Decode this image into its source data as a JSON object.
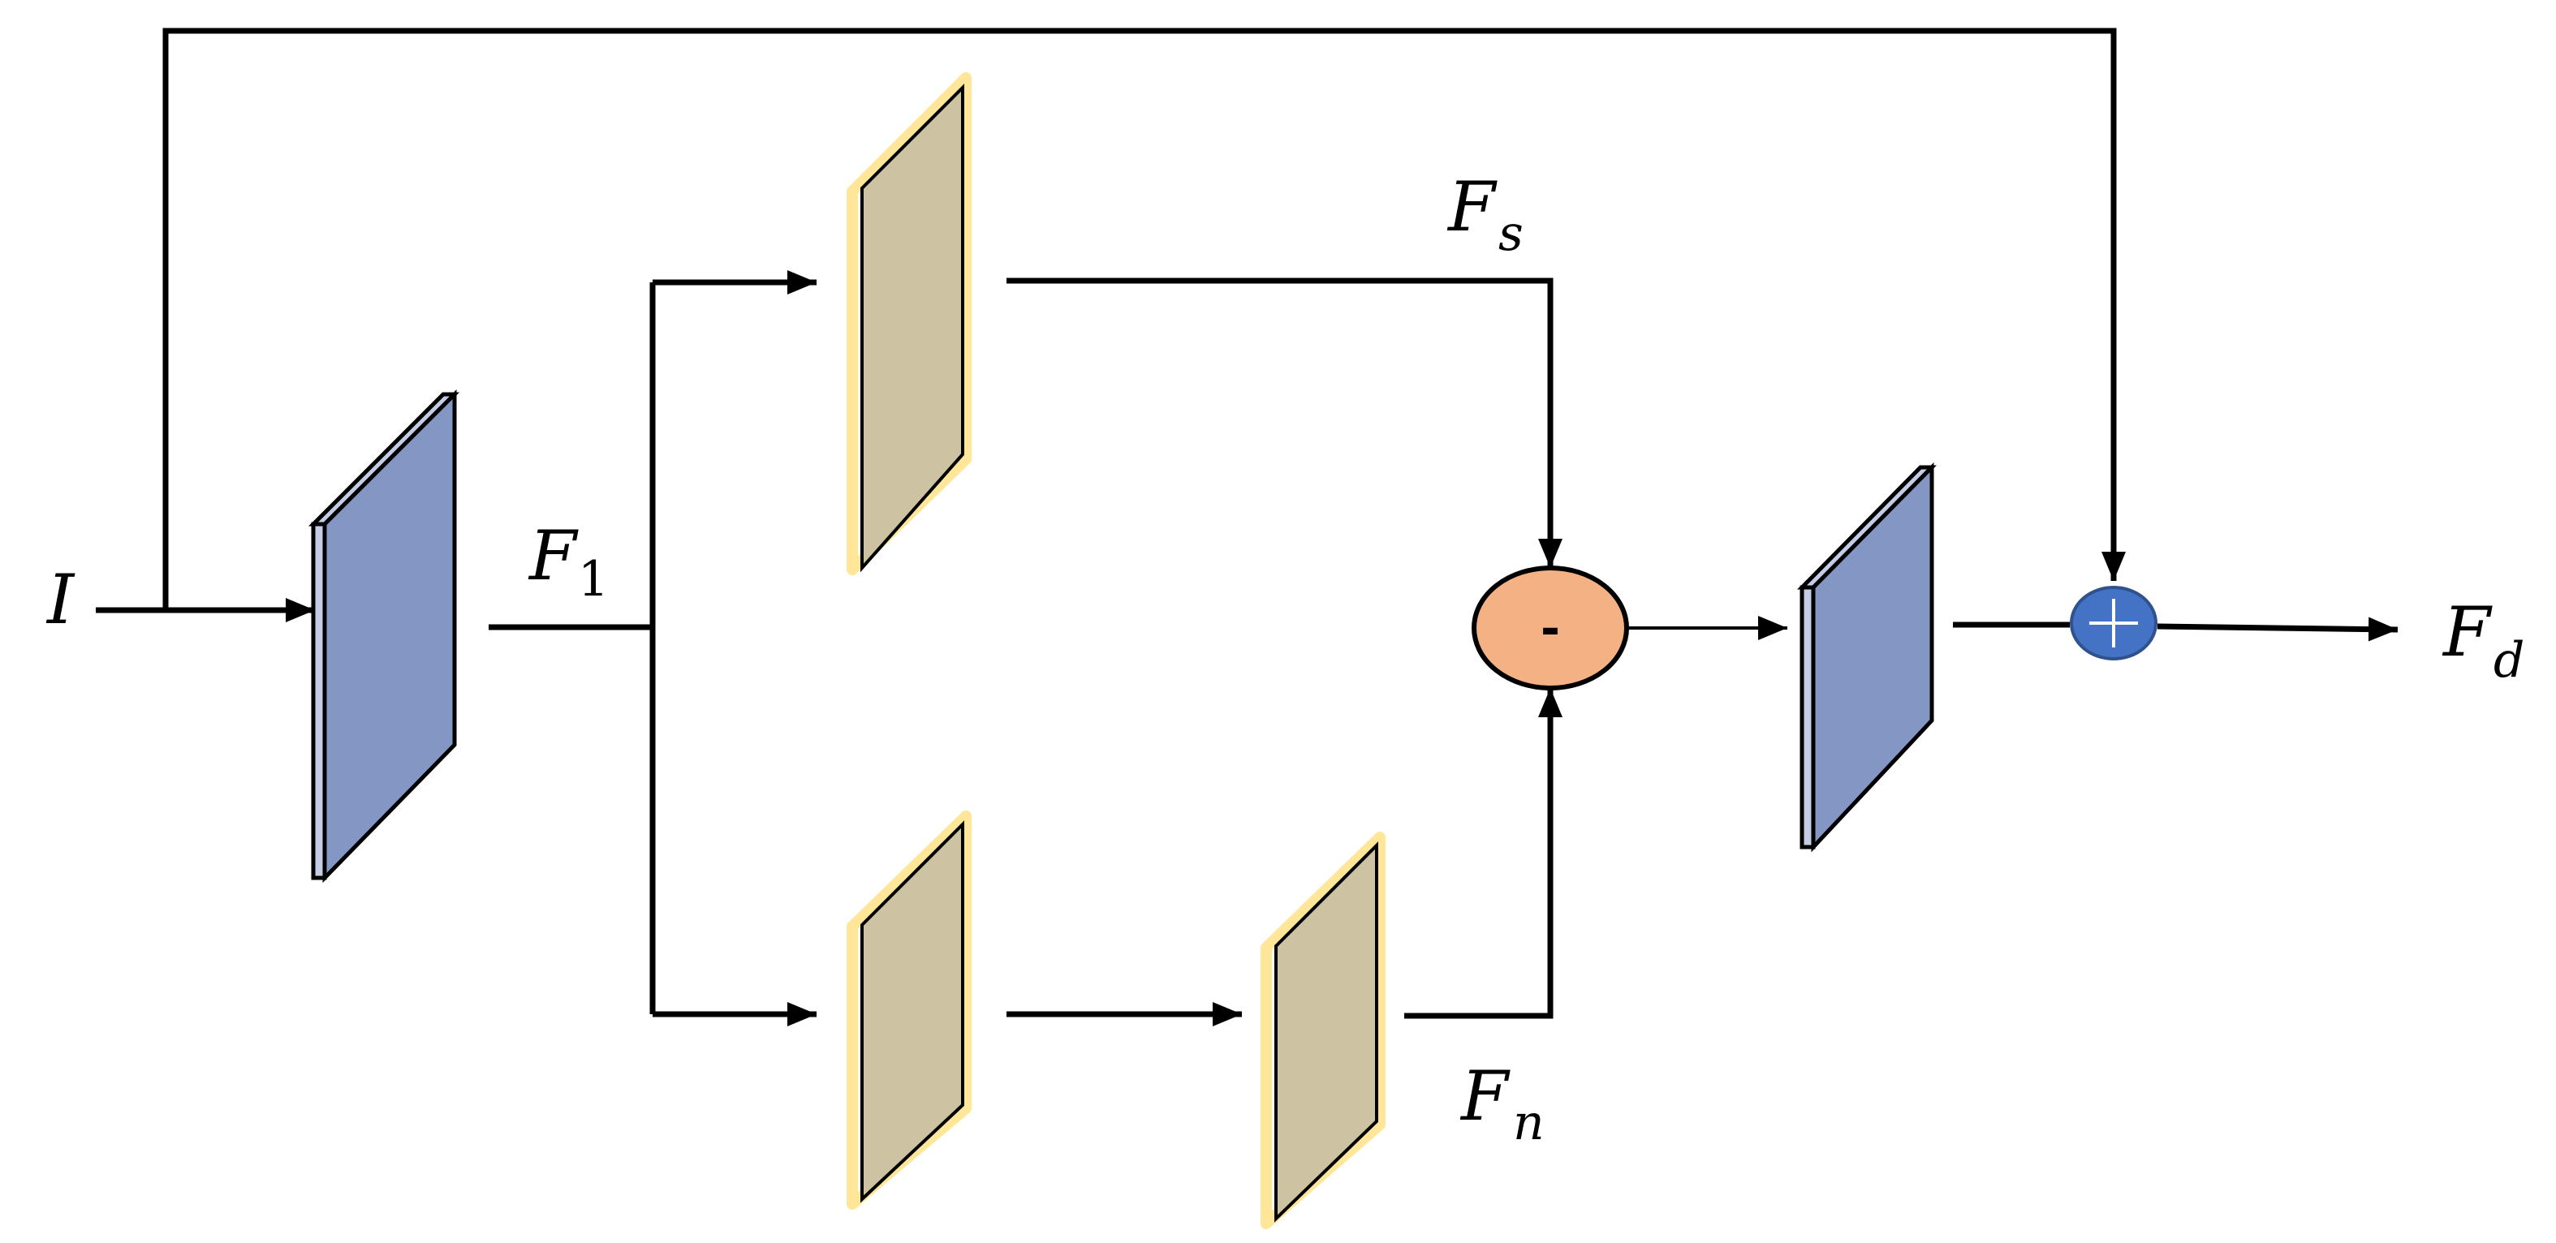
{
  "labels": {
    "input": "I",
    "f1_main": "F",
    "f1_sub": "1",
    "fs_main": "F",
    "fs_sub": "s",
    "fn_main": "F",
    "fn_sub": "n",
    "fd_main": "F",
    "fd_sub": "d"
  },
  "operators": {
    "subtract": "-",
    "add": "+"
  },
  "colors": {
    "blue_block": "#8497c4",
    "blue_block_edge": "#c3cde6",
    "tan_block": "#cdc3a3",
    "tan_block_glow": "#ffe699",
    "subtract_node": "#f4b183",
    "add_node": "#4472c4",
    "line": "#000000"
  }
}
